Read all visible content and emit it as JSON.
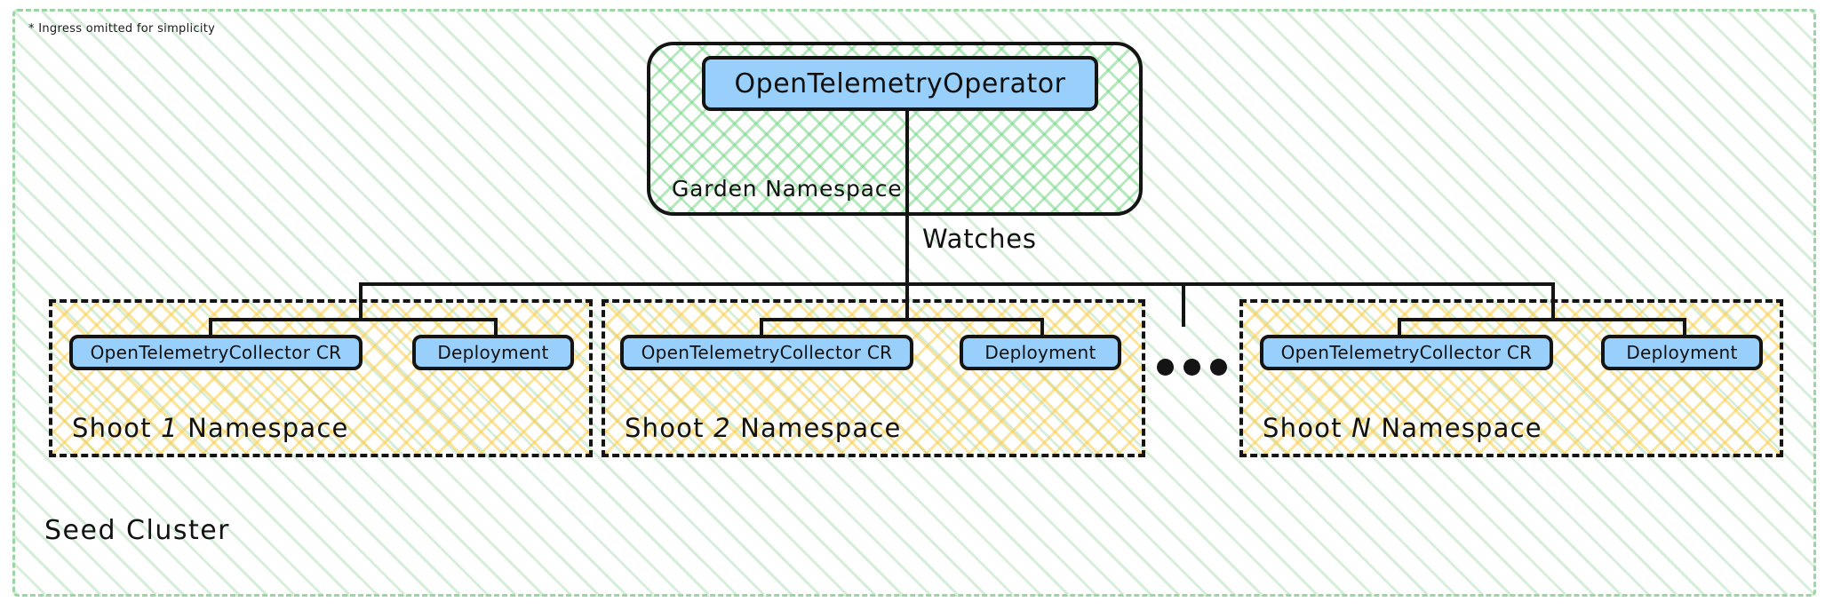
{
  "diagram": {
    "footnote": "* Ingress omitted for simplicity",
    "seed_cluster_label": "Seed Cluster",
    "colors": {
      "node_fill": "#99d0fb",
      "stroke": "#141414",
      "garden_hatch": "#6ed27d",
      "shoot_hatch": "#facd4b",
      "seed_border": "#9ad5a3"
    }
  },
  "garden": {
    "label": "Garden Namespace",
    "operator": "OpenTelemetryOperator"
  },
  "edges": {
    "watches": "Watches"
  },
  "ellipsis": "•••",
  "shoots": [
    {
      "label_prefix": "Shoot ",
      "index": "1",
      "label_suffix": " Namespace",
      "cr": "OpenTelemetryCollector CR",
      "deployment": "Deployment"
    },
    {
      "label_prefix": "Shoot ",
      "index": "2",
      "label_suffix": " Namespace",
      "cr": "OpenTelemetryCollector CR",
      "deployment": "Deployment"
    },
    {
      "label_prefix": "Shoot ",
      "index": "N",
      "label_suffix": " Namespace",
      "cr": "OpenTelemetryCollector CR",
      "deployment": "Deployment"
    }
  ]
}
